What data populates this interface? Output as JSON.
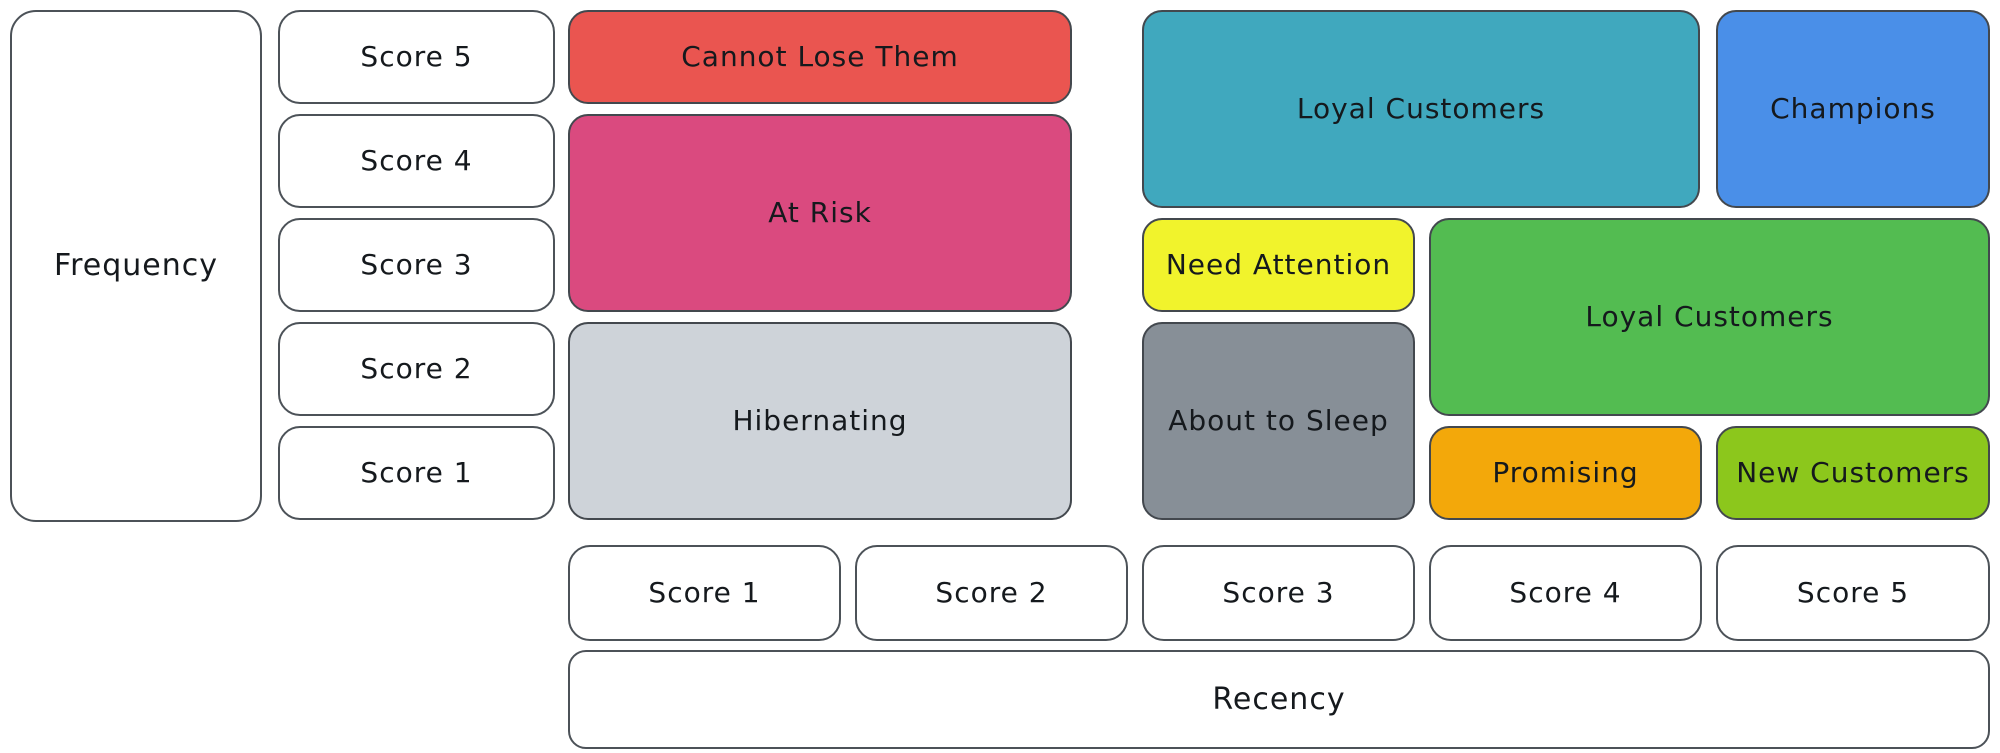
{
  "axes": {
    "frequency": {
      "label": "Frequency",
      "scores": [
        "Score 5",
        "Score 4",
        "Score 3",
        "Score 2",
        "Score 1"
      ]
    },
    "recency": {
      "label": "Recency",
      "scores": [
        "Score 1",
        "Score 2",
        "Score 3",
        "Score 4",
        "Score 5"
      ]
    }
  },
  "segments": [
    {
      "id": "cannot-lose-them",
      "label": "Cannot Lose Them",
      "color": "#ea5550"
    },
    {
      "id": "at-risk",
      "label": "At Risk",
      "color": "#da4a7f"
    },
    {
      "id": "hibernating",
      "label": "Hibernating",
      "color": "#ced3d9"
    },
    {
      "id": "loyal-customers-upper",
      "label": "Loyal Customers",
      "color": "#40a8be"
    },
    {
      "id": "champions",
      "label": "Champions",
      "color": "#4a8fe8"
    },
    {
      "id": "need-attention",
      "label": "Need Attention",
      "color": "#f1f32c"
    },
    {
      "id": "about-to-sleep",
      "label": "About to Sleep",
      "color": "#878f97"
    },
    {
      "id": "loyal-customers-lower",
      "label": "Loyal Customers",
      "color": "#53bc51"
    },
    {
      "id": "promising",
      "label": "Promising",
      "color": "#f3a80a"
    },
    {
      "id": "new-customers",
      "label": "New Customers",
      "color": "#8cc71c"
    }
  ]
}
